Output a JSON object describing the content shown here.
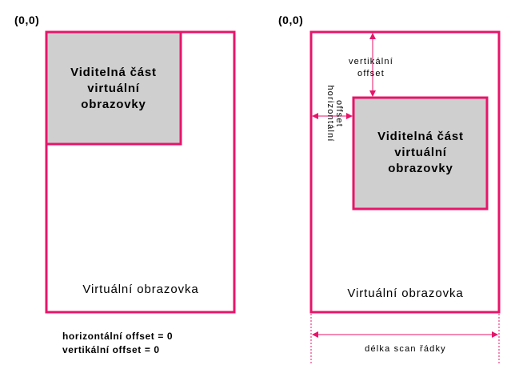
{
  "colors": {
    "frame": "#e8146a",
    "viewport_fill": "#cfcfcf",
    "text": "#000000",
    "background": "#ffffff"
  },
  "left_diagram": {
    "origin_label": "(0,0)",
    "viewport_lines": [
      "Viditelná část",
      "virtuální",
      "obrazovky"
    ],
    "virtual_screen_label": "Virtuální obrazovka",
    "notes": [
      "horizontální offset = 0",
      "vertikální offset = 0"
    ]
  },
  "right_diagram": {
    "origin_label": "(0,0)",
    "viewport_lines": [
      "Viditelná část",
      "virtuální",
      "obrazovky"
    ],
    "virtual_screen_label": "Virtuální obrazovka",
    "vertical_offset_lines": [
      "vertikální",
      "offset"
    ],
    "horizontal_offset_lines": [
      "horizontální",
      "offset"
    ],
    "scan_line_label": "délka scan řádky"
  }
}
